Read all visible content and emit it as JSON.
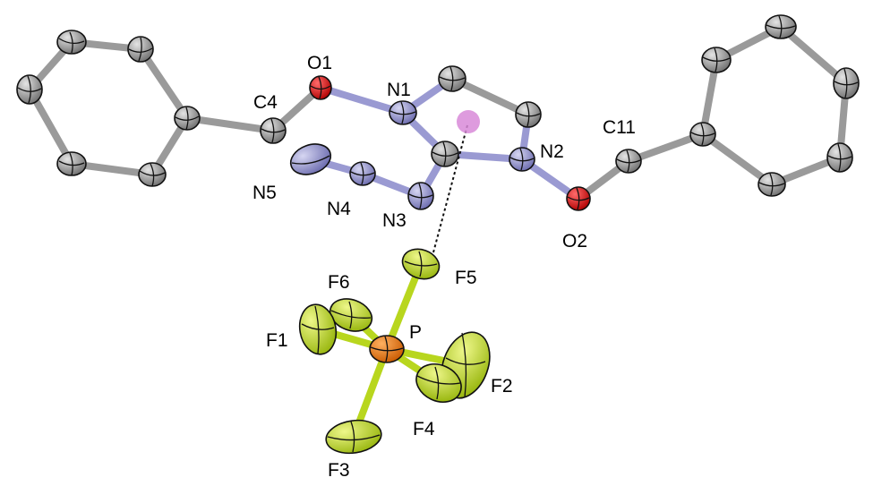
{
  "atom_labels": {
    "O1": "O1",
    "N1": "N1",
    "C4": "C4",
    "C11": "C11",
    "N2": "N2",
    "N5": "N5",
    "N4": "N4",
    "N3": "N3",
    "O2": "O2",
    "F5": "F5",
    "F6": "F6",
    "P": "P",
    "F1": "F1",
    "F2": "F2",
    "F4": "F4",
    "F3": "F3"
  },
  "colors": {
    "carbon": "#8a8a8a",
    "nitrogen": "#8c8cc8",
    "oxygen": "#dd1818",
    "fluorine": "#b8d61e",
    "phosphorus": "#ee7a0c",
    "centroid": "#d88ad8",
    "bond_carbon": "#9a9a9a",
    "bond_nitrogen": "#9a9ad2",
    "outline": "#111111"
  },
  "contact": {
    "style": "dotted",
    "from": "F5",
    "to": "ring-centroid"
  }
}
